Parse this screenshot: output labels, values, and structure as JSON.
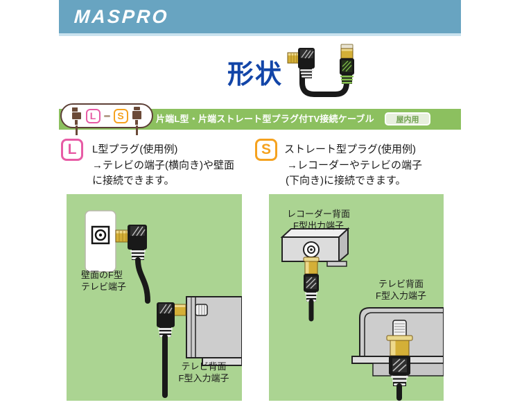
{
  "header": {
    "logo": "MASPRO"
  },
  "shape": {
    "title": "形状"
  },
  "band": {
    "title": "片端L型・片端ストレート型プラグ付TV接続ケーブル",
    "indoor_badge": "屋内用",
    "l_letter": "L",
    "s_letter": "S"
  },
  "l_section": {
    "badge": "L",
    "heading": "L型プラグ(使用例)",
    "line1": "→テレビの端子(横向き)や壁面",
    "line2": "に接続できます。"
  },
  "s_section": {
    "badge": "S",
    "heading": "ストレート型プラグ(使用例)",
    "line1": "→レコーダーやテレビの端子",
    "line2": "(下向き)に接続できます。"
  },
  "l_panel": {
    "wall_label1": "壁面のF型",
    "wall_label2": "テレビ端子",
    "tv_label1": "テレビ背面",
    "tv_label2": "F型入力端子"
  },
  "s_panel": {
    "recorder_label1": "レコーダー背面",
    "recorder_label2": "F型出力端子",
    "tv_label1": "テレビ背面",
    "tv_label2": "F型入力端子"
  },
  "colors": {
    "header_blue": "#68a4c1",
    "header_underline": "#c9e2ee",
    "title_blue": "#1245a8",
    "band_green": "#8cc05f",
    "panel_green": "#abd492",
    "l_pink": "#e75ba5",
    "s_orange": "#f5a21f",
    "plug_brown": "#6b4a38",
    "badge_green_text": "#6fa04e",
    "gold": "#d4af37"
  }
}
